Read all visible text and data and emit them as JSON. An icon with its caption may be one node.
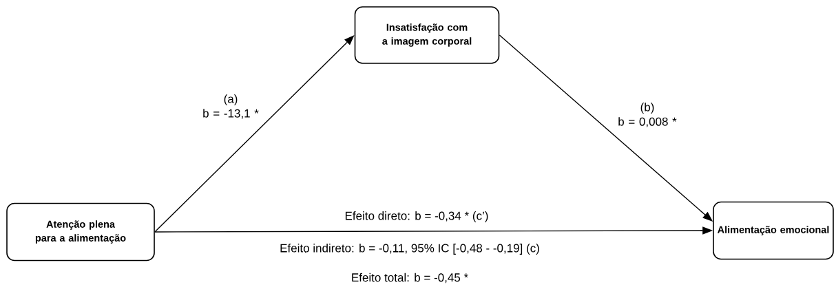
{
  "diagram": {
    "nodes": [
      {
        "text": [
          "Atenção plena para a alimentação"
        ]
      },
      {
        "text": [
          "Insatisfação com a imagem corporal"
        ]
      },
      {
        "text": [
          "Alimentação emocional"
        ]
      }
    ],
    "edges": [
      {
        "from": 0,
        "to": 1,
        "arrow": "to",
        "label": "(a) b = -13,1 *"
      },
      {
        "from": 1,
        "to": 2,
        "arrow": "to",
        "label": "(b) b = 0,008 *"
      },
      {
        "from": 0,
        "to": 2,
        "arrow": "to",
        "label": "Efeito direto: b = -0,34 * (c’)"
      }
    ],
    "labels": [
      "Efeito indireto: b = -0,11, 95% IC [-0,48 - -0,19] (c)",
      "Efeito total: b = -0,45 *"
    ]
  }
}
